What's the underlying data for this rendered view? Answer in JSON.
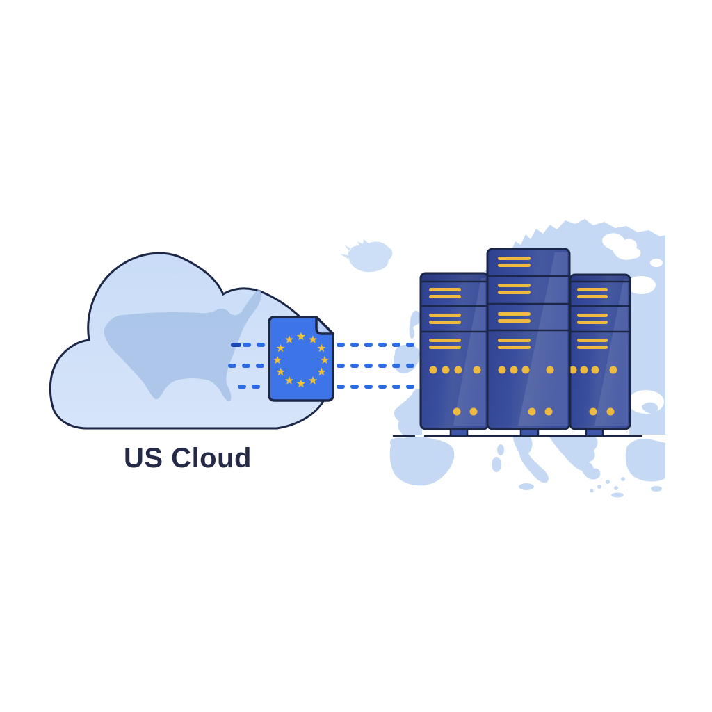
{
  "colors": {
    "page-bg": "#ffffff",
    "ink": "#262a49",
    "outline": "#1c2747",
    "map": "#c5d9f4",
    "map-light": "#cddef7",
    "cloud-top": "#c9dcf7",
    "cloud-bottom": "#d6e4f9",
    "us-map": "#a9c3e8",
    "doc-fill": "#3d74e8",
    "doc-fold": "#b7cef7",
    "dash": "#2e6ae4",
    "dash-dark": "#1d49b5",
    "server-dark": "#2e4190",
    "server-mid": "#3a4e9e",
    "server-light": "#46599f",
    "accent": "#efba40",
    "accent-star": "#f2c232",
    "foot": "#3d56ab",
    "sheen": "rgba(255,255,255,0.10)"
  },
  "cloud": {
    "label": "US Cloud",
    "icon": "us-cloud-with-usa-map"
  },
  "document": {
    "icon": "eu-data-document",
    "star_count": 12
  },
  "transfer": {
    "style": "dashed",
    "line_count": 3,
    "direction": "left-to-right"
  },
  "servers": {
    "count": 3,
    "icon": "eu-server-racks"
  },
  "background_map": {
    "icon": "europe-map-silhouette"
  }
}
